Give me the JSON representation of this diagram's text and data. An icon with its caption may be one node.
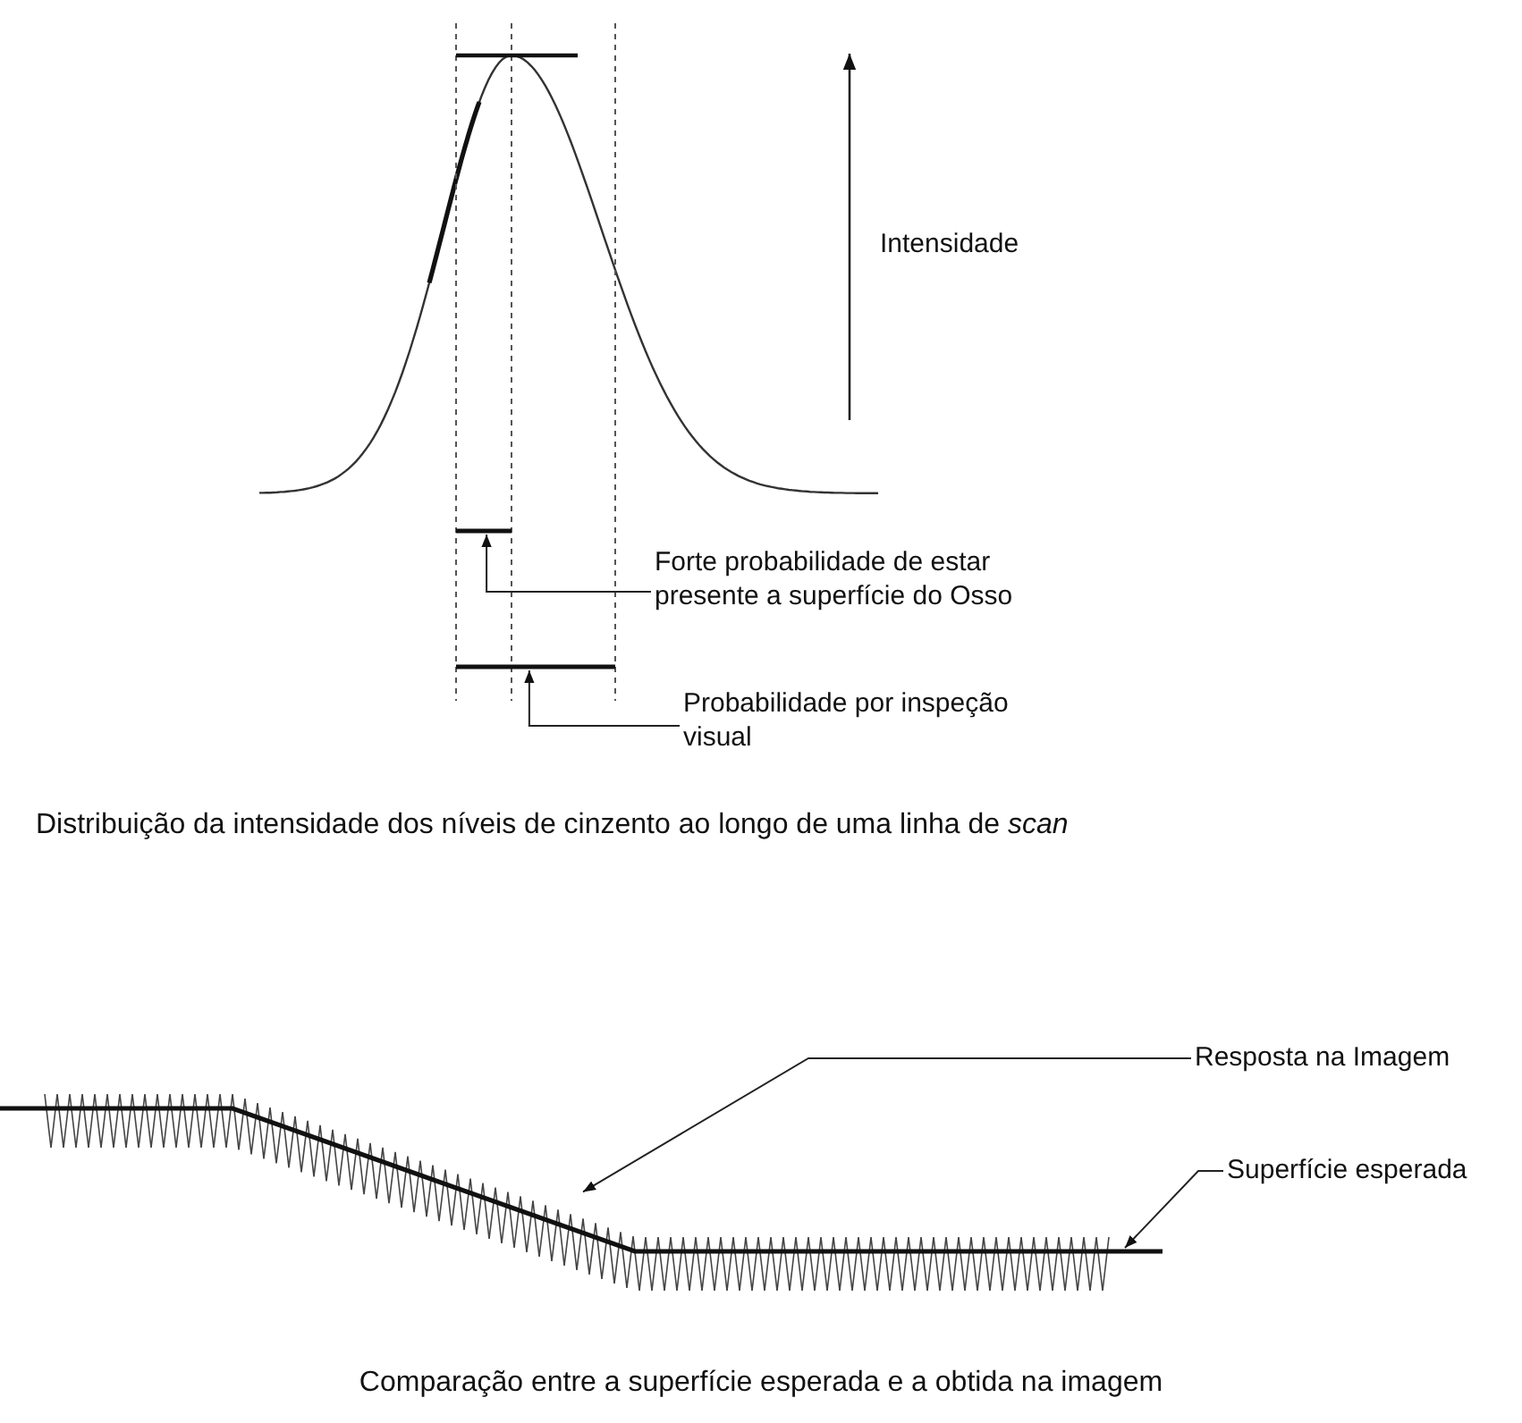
{
  "diagram": {
    "nodes": [
      {
        "text": [
          "Forte probabilidade de estar presente a superfície do Osso"
        ]
      },
      {
        "text": [],
        "shape": "bar"
      },
      {
        "text": [
          "Probabilidade por inspeção visual"
        ]
      },
      {
        "text": [],
        "shape": "bar"
      },
      {
        "text": [
          "Resposta na Imagem"
        ]
      },
      {
        "text": [],
        "shape": "wave"
      },
      {
        "text": [
          "Superfície esperada"
        ]
      },
      {
        "text": [],
        "shape": "line"
      }
    ],
    "edges": [
      {
        "from": 0,
        "to": 1,
        "arrow": "to"
      },
      {
        "from": 2,
        "to": 3,
        "arrow": "to"
      },
      {
        "from": 4,
        "to": 5,
        "arrow": "to"
      },
      {
        "from": 6,
        "to": 7,
        "arrow": "to"
      }
    ],
    "labels": [
      "Intensidade",
      "Distribuição da intensidade dos níveis de cinzento ao longo de uma linha de *scan*",
      "Comparação entre a superfície esperada e a obtida na imagem"
    ]
  }
}
